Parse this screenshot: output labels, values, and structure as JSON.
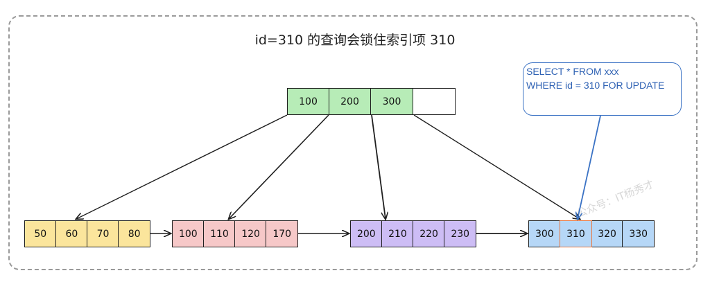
{
  "title": "id=310 的查询会锁住索引项 310",
  "callout": {
    "line1": "SELECT * FROM xxx",
    "line2": "WHERE id = 310 FOR UPDATE"
  },
  "watermark": "公众号：IT杨秀才",
  "root": {
    "keys": [
      "100",
      "200",
      "300",
      ""
    ],
    "color": "#b7ecb7"
  },
  "leaves": [
    {
      "keys": [
        "50",
        "60",
        "70",
        "80"
      ],
      "color": "#fbe59c"
    },
    {
      "keys": [
        "100",
        "110",
        "120",
        "170"
      ],
      "color": "#f6c8c8"
    },
    {
      "keys": [
        "200",
        "210",
        "220",
        "230"
      ],
      "color": "#cdbdf5"
    },
    {
      "keys": [
        "300",
        "310",
        "320",
        "330"
      ],
      "color": "#b6d7f7",
      "highlight_index": 1
    }
  ],
  "colors": {
    "frame": "#9a9a9a",
    "highlight": "#e8743b",
    "callout": "#3a72c4",
    "empty_cell": "#ffffff"
  }
}
